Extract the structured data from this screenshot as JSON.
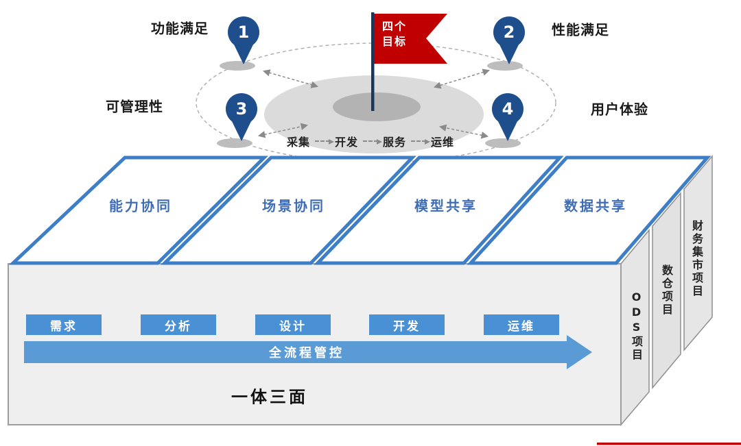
{
  "goals_section": {
    "flag": {
      "title_line1": "四个",
      "title_line2": "目标"
    },
    "pins": [
      {
        "number": "1",
        "label": "功能满足"
      },
      {
        "number": "2",
        "label": "性能满足"
      },
      {
        "number": "3",
        "label": "可管理性"
      },
      {
        "number": "4",
        "label": "用户体验"
      }
    ],
    "process_steps": [
      "采集",
      "开发",
      "服务",
      "运维"
    ]
  },
  "platform_section": {
    "top_panels": [
      "能力协同",
      "场景协同",
      "模型共享",
      "数据共享"
    ],
    "side_projects": [
      "ODS项目",
      "数仓项目",
      "财务集市项目"
    ],
    "stages": [
      "需求",
      "分析",
      "设计",
      "开发",
      "运维"
    ],
    "flow_arrow_label": "全流程管控",
    "caption": "一体三面"
  },
  "colors": {
    "pin_blue": "#1f4e8c",
    "flag_red": "#c00000",
    "pole_navy": "#17375e",
    "panel_border": "#3d7ec7",
    "panel_text": "#3e6db5",
    "stage_blue": "#4a90d5",
    "arrow_blue": "#5b9bd5"
  }
}
